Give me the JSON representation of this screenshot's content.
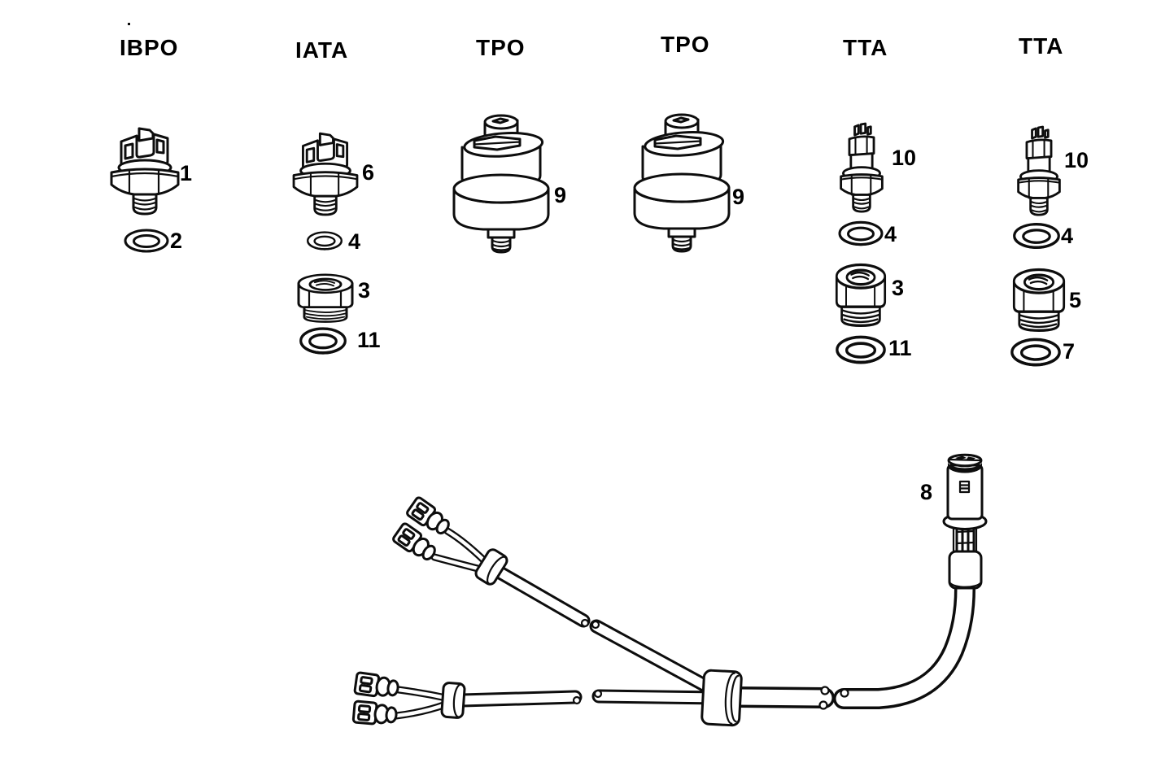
{
  "page": {
    "paper": "#ffffff",
    "ink": "#0d0d0d"
  },
  "columns": [
    {
      "header": "IBPO",
      "parts": [
        {
          "ref": "1"
        },
        {
          "ref": "2"
        }
      ]
    },
    {
      "header": "IATA",
      "parts": [
        {
          "ref": "6"
        },
        {
          "ref": "4"
        },
        {
          "ref": "3"
        },
        {
          "ref": "11"
        }
      ]
    },
    {
      "header": "TPO",
      "parts": [
        {
          "ref": "9"
        }
      ]
    },
    {
      "header": "TPO",
      "parts": [
        {
          "ref": "9"
        }
      ]
    },
    {
      "header": "TTA",
      "parts": [
        {
          "ref": "10"
        },
        {
          "ref": "4"
        },
        {
          "ref": "3"
        },
        {
          "ref": "11"
        }
      ]
    },
    {
      "header": "TTA",
      "parts": [
        {
          "ref": "10"
        },
        {
          "ref": "4"
        },
        {
          "ref": "5"
        },
        {
          "ref": "7"
        }
      ]
    }
  ],
  "harness": {
    "ref": "8"
  }
}
